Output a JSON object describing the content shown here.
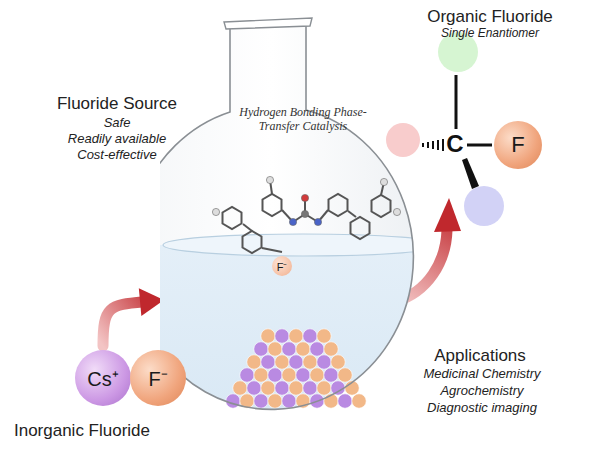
{
  "diagram": {
    "nodes": [
      {
        "text": [
          "Hydrogen Bonding Phase-Transfer Catalysis"
        ]
      },
      {
        "text": [
          "F⁻"
        ],
        "in": 0
      },
      {
        "text": [
          "Cs⁺"
        ]
      },
      {
        "text": [
          "F⁻"
        ]
      },
      {
        "text": [
          "F"
        ]
      }
    ],
    "edges": [
      {
        "from": 2,
        "to": 0,
        "arrow": "to"
      }
    ],
    "labels": [
      "Fluoride Source",
      "Safe",
      "Readily available",
      "Cost-effective",
      "Organic Fluoride",
      "Single Enantiomer",
      "C",
      "Applications",
      "Medicinal Chemistry",
      "Agrochemistry",
      "Diagnostic imaging",
      "Inorganic Fluoride"
    ]
  }
}
